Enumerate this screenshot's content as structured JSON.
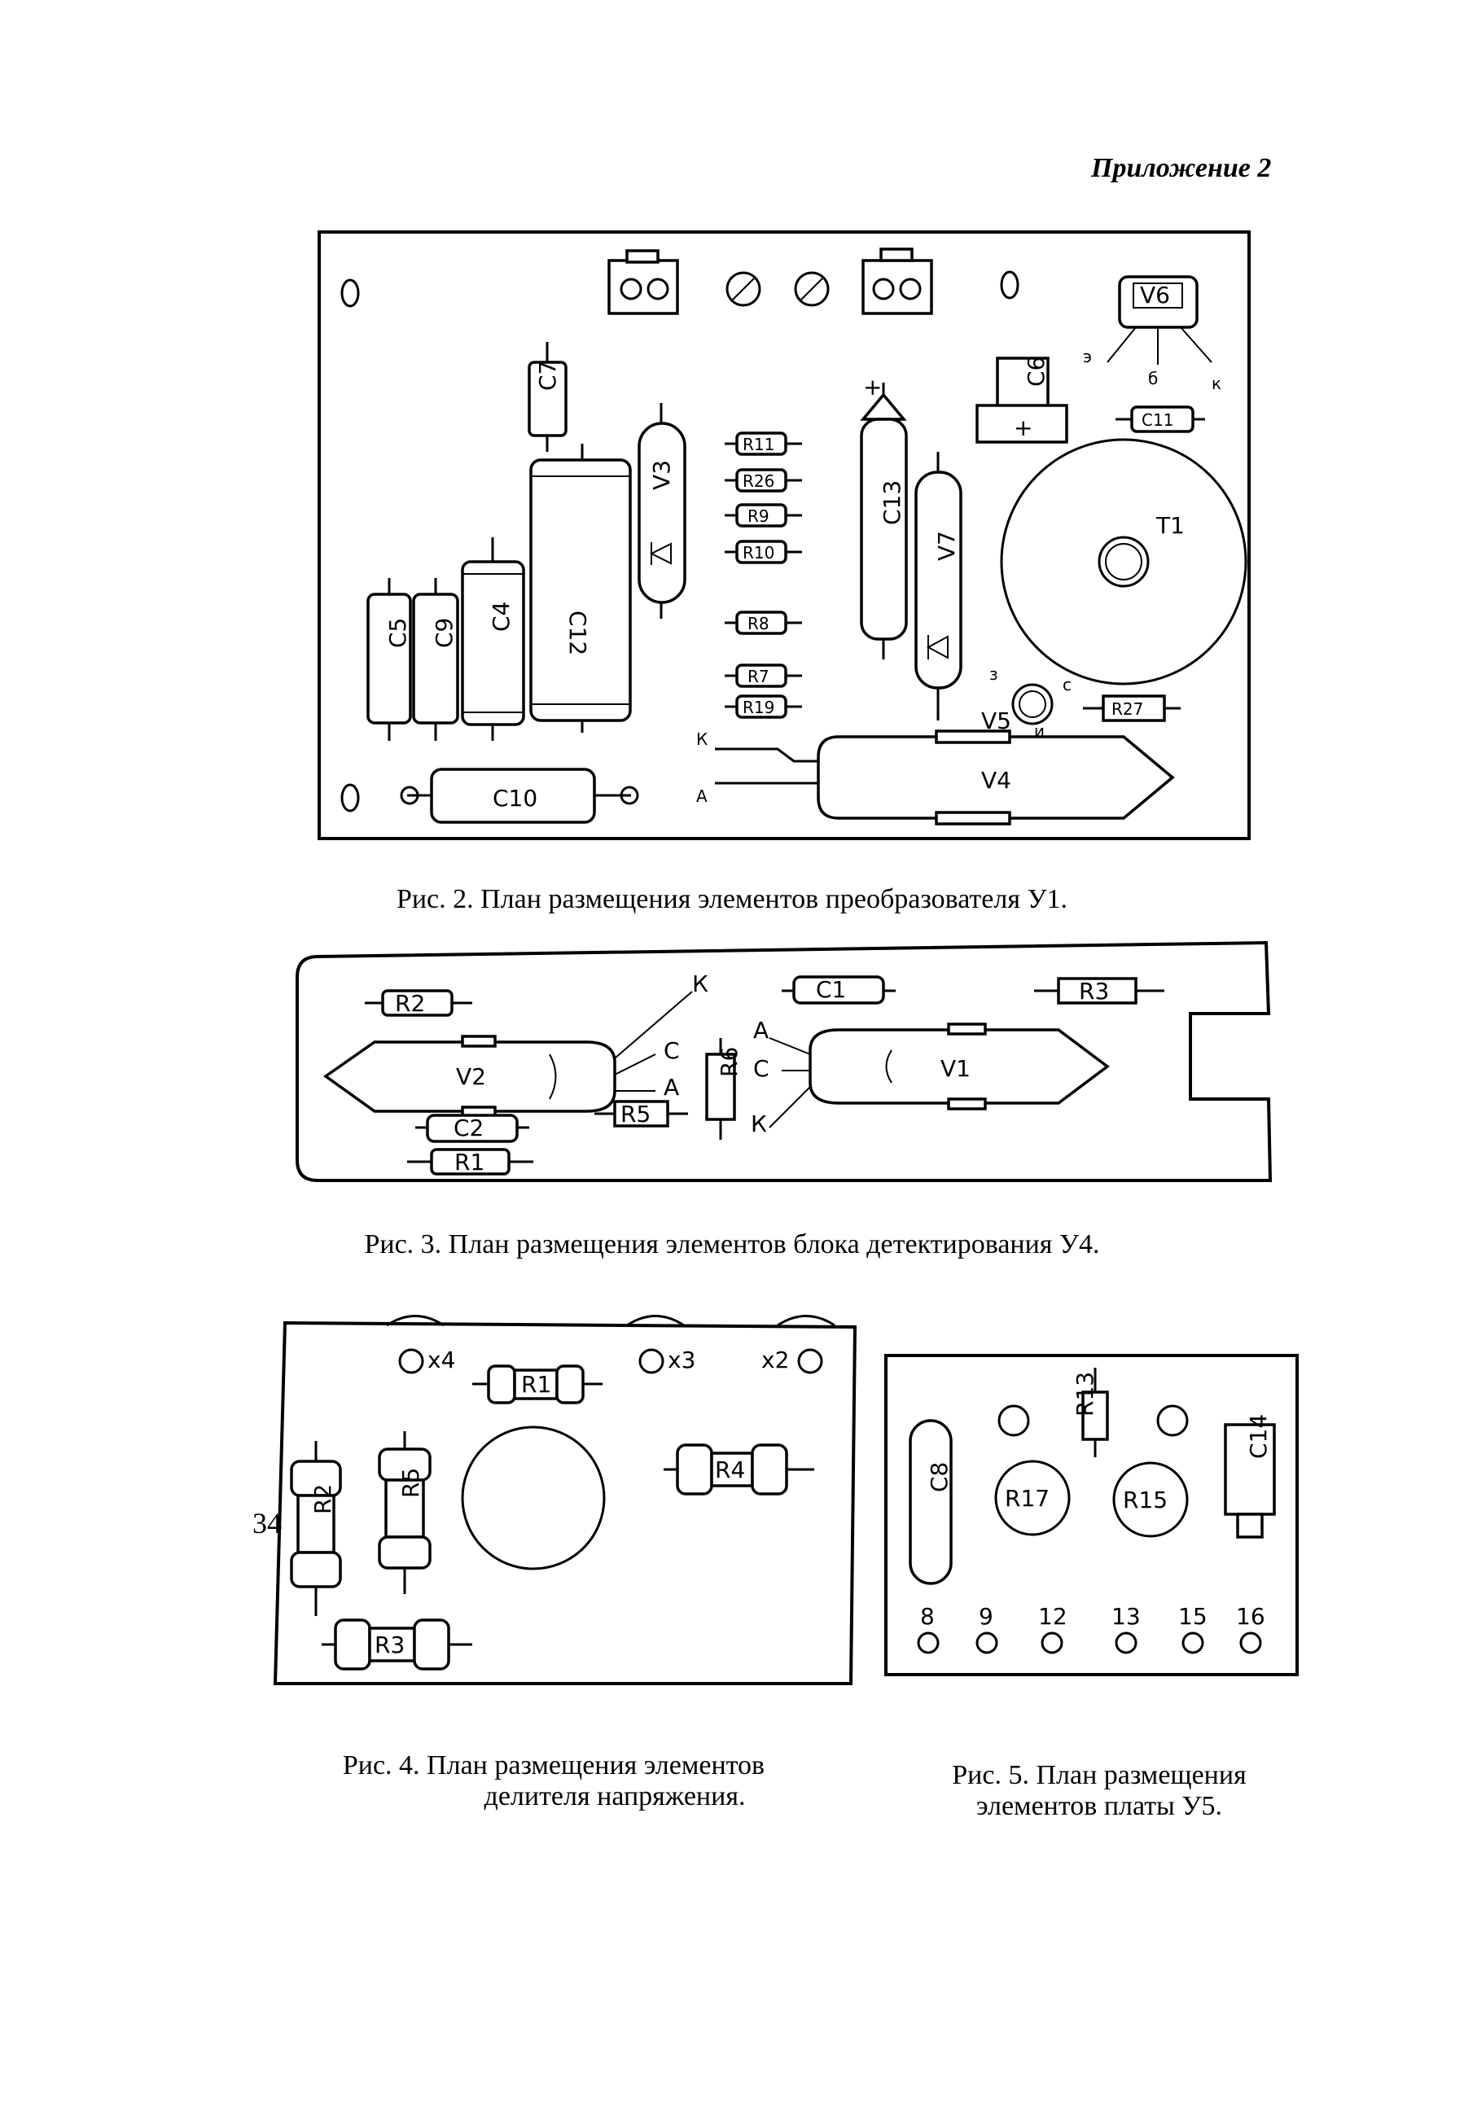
{
  "header": {
    "appendix": "Приложение 2"
  },
  "figures": {
    "fig2": {
      "caption": "Рис. 2. План размещения элементов преобразователя У1.",
      "components": {
        "C7": "C7",
        "C12": "C12",
        "V3": "V3",
        "C5": "C5",
        "C9": "C9",
        "C4": "C4",
        "C10": "C10",
        "R11": "R11",
        "R26": "R26",
        "R9": "R9",
        "R10": "R10",
        "R8": "R8",
        "R7": "R7",
        "R19": "R19",
        "C13": "C13",
        "V7": "V7",
        "C6": "C6",
        "V6": "V6",
        "C11": "C11",
        "T1": "T1",
        "V5": "V5",
        "R27": "R27",
        "V4": "V4"
      },
      "pins": {
        "e": "э",
        "b": "б",
        "k": "к",
        "z": "з",
        "s": "с",
        "i": "и",
        "K": "К",
        "A": "А",
        "plus": "+"
      }
    },
    "fig3": {
      "caption": "Рис. 3. План размещения элементов блока детектирования У4.",
      "components": {
        "R2": "R2",
        "V2": "V2",
        "C2": "C2",
        "R1": "R1",
        "R5": "R5",
        "R6": "R6",
        "C1": "C1",
        "V1": "V1",
        "R3": "R3"
      },
      "pins": {
        "K": "К",
        "C": "С",
        "A": "А"
      }
    },
    "fig4": {
      "caption_line1": "Рис. 4. План размещения элементов",
      "caption_line2": "делителя напряжения.",
      "components": {
        "R1": "R1",
        "R2": "R2",
        "R3": "R3",
        "R4": "R4",
        "R5": "R5"
      },
      "terminals": {
        "x2": "x2",
        "x3": "x3",
        "x4": "x4"
      }
    },
    "fig5": {
      "caption_line1": "Рис. 5. План размещения",
      "caption_line2": "элементов платы У5.",
      "components": {
        "C8": "C8",
        "R13": "R13",
        "R17": "R17",
        "R15": "R15",
        "C14": "C14"
      },
      "pin_numbers": [
        "8",
        "9",
        "12",
        "13",
        "15",
        "16"
      ]
    }
  },
  "page_number": "34"
}
